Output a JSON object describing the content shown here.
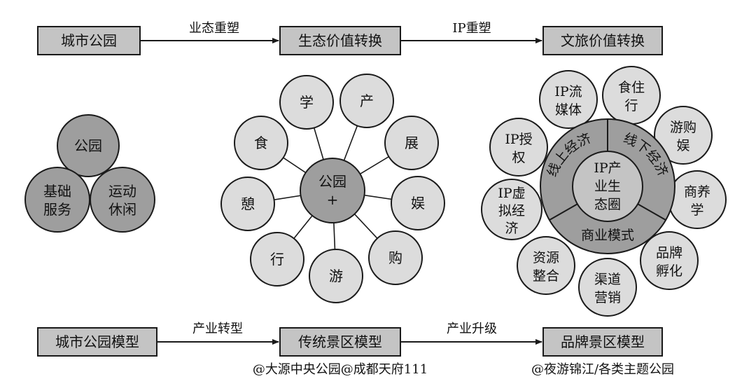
{
  "top_flow": {
    "box1": "城市公园",
    "arrow1": "业态重塑",
    "box2": "生态价值转换",
    "arrow2": "IP重塑",
    "box3": "文旅价值转换"
  },
  "bottom_flow": {
    "box1": "城市公园模型",
    "arrow1": "产业转型",
    "box2": "传统景区模型",
    "arrow2": "产业升级",
    "box3": "品牌景区模型",
    "caption2": "@大源中央公园@成都天府111",
    "caption3": "@夜游锦江/各类主题公园"
  },
  "left_model": {
    "top": "公园",
    "left": [
      "基础",
      "服务"
    ],
    "right": [
      "运动",
      "休闲"
    ]
  },
  "middle_model": {
    "center": [
      "公园",
      "+"
    ],
    "petals": [
      "学",
      "产",
      "展",
      "娱",
      "购",
      "游",
      "行",
      "憩",
      "食"
    ]
  },
  "right_model": {
    "core": [
      "IP产",
      "业生",
      "态圈"
    ],
    "ring": [
      "线上经济",
      "线下经济",
      "商业模式"
    ],
    "petals": [
      [
        "IP流",
        "媒体"
      ],
      [
        "食住",
        "行"
      ],
      [
        "游购",
        "娱"
      ],
      [
        "商养",
        "学"
      ],
      [
        "品牌",
        "孵化"
      ],
      [
        "渠道",
        "营销"
      ],
      [
        "资源",
        "整合"
      ],
      [
        "IP虚",
        "拟经",
        "济"
      ],
      [
        "IP授",
        "权"
      ]
    ]
  },
  "colors": {
    "box_fill": "#c4c4c4",
    "dark_fill": "#9e9e9e",
    "petal_fill": "#dcdcdc",
    "core_fill": "#c4c4c4",
    "stroke": "#1a1a1a"
  }
}
